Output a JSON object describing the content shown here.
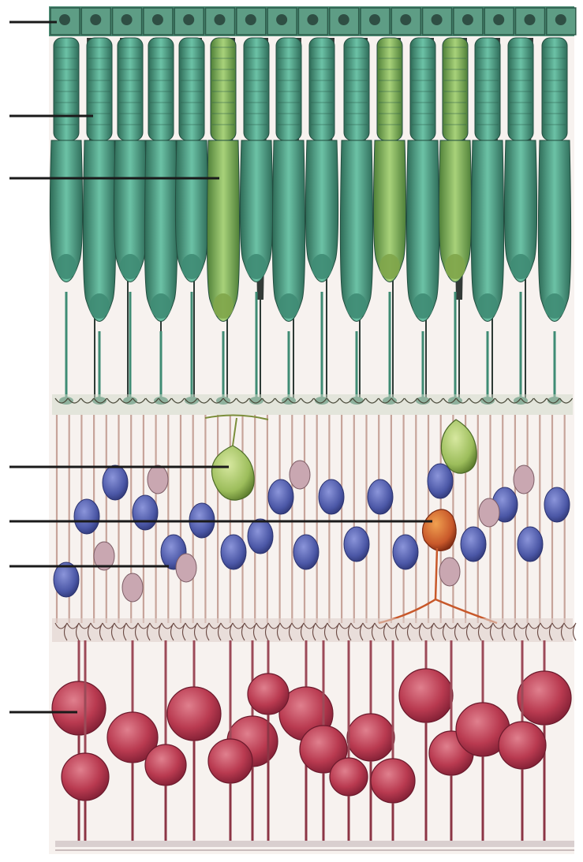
{
  "figure": {
    "subject": "retina-layers-illustration",
    "has_text": false,
    "colors": {
      "background": "#ffffff",
      "epithelium": "#3c7a63",
      "cone_teal": "#4fa890",
      "cone_light": "#8cc98a",
      "cone_yellow": "#9fc063",
      "bipolar_blue": "#5a68b8",
      "bipolar_mauve": "#b89aa4",
      "horizontal_orange": "#c8582a",
      "ganglion_red": "#c0455a",
      "fiber_tan": "#b88a7e",
      "pointer": "#1a1a1a"
    },
    "pointer_lines": [
      {
        "id": "pointer-1"
      },
      {
        "id": "pointer-2"
      },
      {
        "id": "pointer-3"
      },
      {
        "id": "pointer-4"
      },
      {
        "id": "pointer-5"
      },
      {
        "id": "pointer-6"
      },
      {
        "id": "pointer-7"
      }
    ]
  }
}
